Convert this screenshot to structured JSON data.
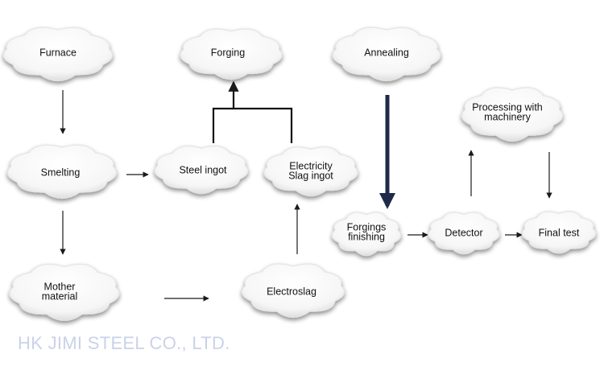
{
  "diagram": {
    "nodes": [
      {
        "id": "furnace",
        "lines": [
          "Furnace"
        ]
      },
      {
        "id": "forging",
        "lines": [
          "Forging"
        ]
      },
      {
        "id": "annealing",
        "lines": [
          "Annealing"
        ]
      },
      {
        "id": "processing",
        "lines": [
          "Processing with",
          "machinery"
        ]
      },
      {
        "id": "smelting",
        "lines": [
          "Smelting"
        ]
      },
      {
        "id": "steel-ingot",
        "lines": [
          "Steel ingot"
        ]
      },
      {
        "id": "electricity-slag-ingot",
        "lines": [
          "Electricity",
          "Slag ingot"
        ]
      },
      {
        "id": "forgings-finishing",
        "lines": [
          "Forgings",
          "finishing"
        ]
      },
      {
        "id": "detector",
        "lines": [
          "Detector"
        ]
      },
      {
        "id": "final-test",
        "lines": [
          "Final test"
        ]
      },
      {
        "id": "mother-material",
        "lines": [
          "Mother",
          "material"
        ]
      },
      {
        "id": "electroslag",
        "lines": [
          "Electroslag"
        ]
      }
    ],
    "edges": [
      {
        "from": "furnace",
        "to": "smelting"
      },
      {
        "from": "smelting",
        "to": "mother-material"
      },
      {
        "from": "smelting",
        "to": "steel-ingot"
      },
      {
        "from": "mother-material",
        "to": "electroslag"
      },
      {
        "from": "electroslag",
        "to": "electricity-slag-ingot"
      },
      {
        "from": "steel-ingot",
        "to": "forging"
      },
      {
        "from": "electricity-slag-ingot",
        "to": "forging"
      },
      {
        "from": "annealing",
        "to": "forgings-finishing"
      },
      {
        "from": "forgings-finishing",
        "to": "detector"
      },
      {
        "from": "detector",
        "to": "processing"
      },
      {
        "from": "processing",
        "to": "final-test"
      },
      {
        "from": "detector",
        "to": "final-test"
      }
    ]
  },
  "watermark": "HK JIMI STEEL CO., LTD."
}
